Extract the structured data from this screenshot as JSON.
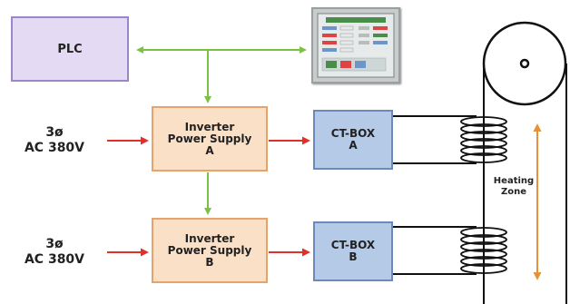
{
  "plc": {
    "label": "PLC"
  },
  "sources": [
    {
      "line1": "3ø",
      "line2": "AC 380V"
    },
    {
      "line1": "3ø",
      "line2": "AC 380V"
    }
  ],
  "inverters": [
    {
      "line1": "Inverter",
      "line2": "Power Supply",
      "line3": "A"
    },
    {
      "line1": "Inverter",
      "line2": "Power Supply",
      "line3": "B"
    }
  ],
  "ct_boxes": [
    {
      "line1": "CT-BOX",
      "line2": "A"
    },
    {
      "line1": "CT-BOX",
      "line2": "B"
    }
  ],
  "heating_zone": {
    "line1": "Heating",
    "line2": "Zone"
  },
  "colors": {
    "power_arrow": "#e0302a",
    "control_arrow": "#7cc242",
    "heating_arrow": "#e69138",
    "plc_fill": "#e4daf3",
    "inverter_fill": "#fbe0c8",
    "ct_fill": "#b4cae6"
  },
  "icons": {
    "hmi": "hmi-touch-panel-image",
    "pulley": "pulley-wheel-icon",
    "coil": "induction-coil-icon"
  }
}
